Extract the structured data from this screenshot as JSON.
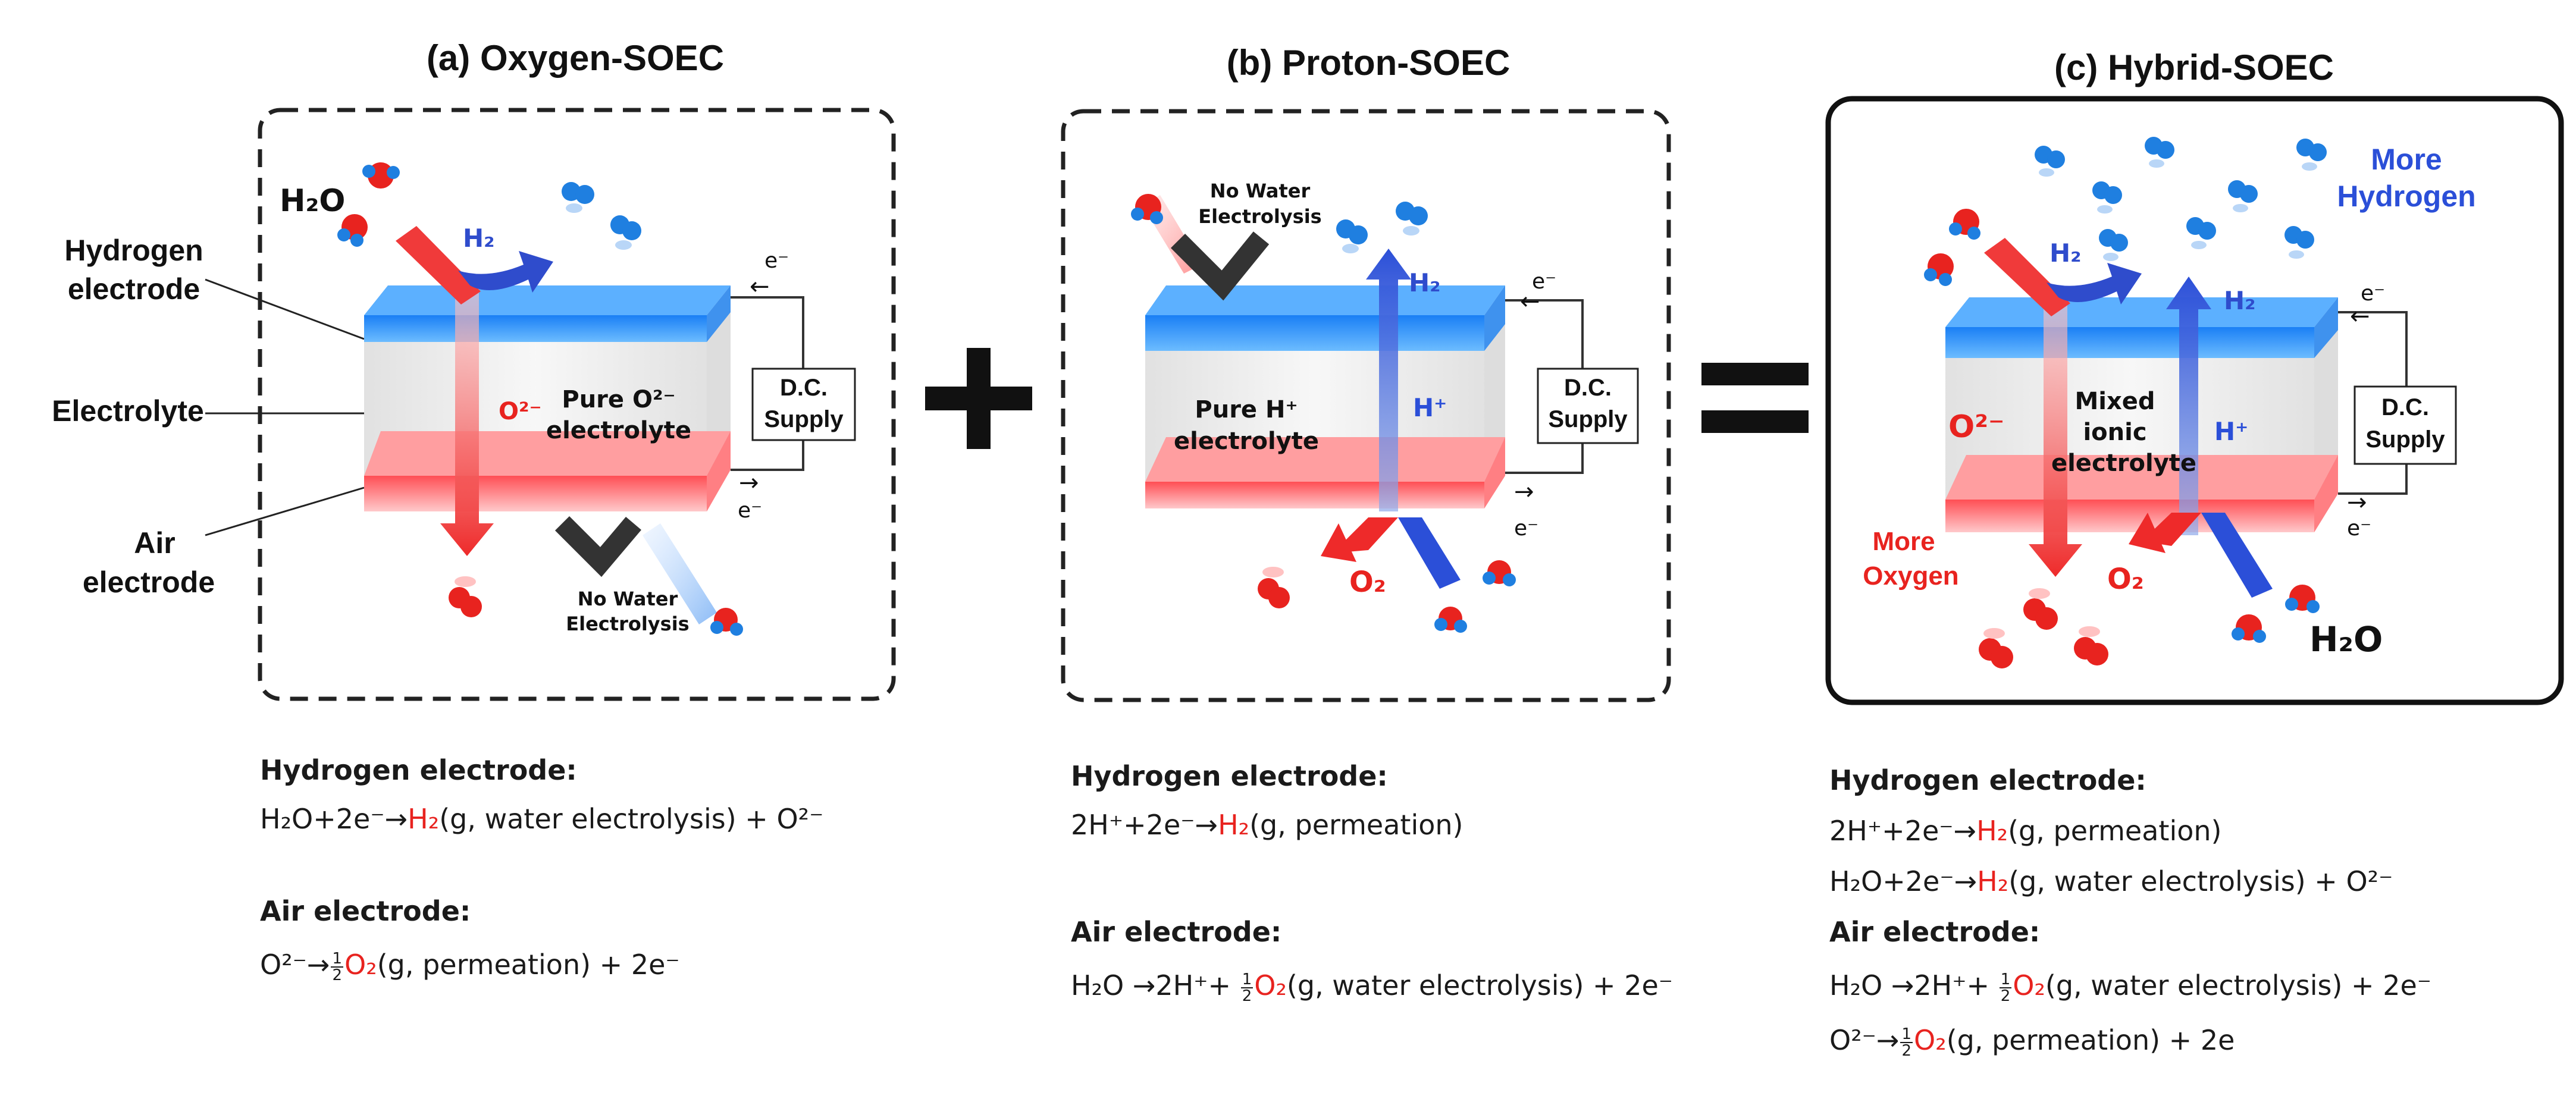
{
  "panels": [
    {
      "title": "(a) Oxygen-SOEC",
      "h2o": "H₂O",
      "h2": "H₂",
      "ion": "O²⁻",
      "electrolyte_l1": "Pure O²⁻",
      "electrolyte_l2": "electrolyte",
      "e_top": "e⁻",
      "e_bot": "e⁻",
      "supply_l1": "D.C.",
      "supply_l2": "Supply",
      "no_water_l1": "No Water",
      "no_water_l2": "Electrolysis"
    },
    {
      "title": "(b) Proton-SOEC",
      "no_water_l1": "No Water",
      "no_water_l2": "Electrolysis",
      "h2": "H₂",
      "ion": "H⁺",
      "electrolyte_l1": "Pure H⁺",
      "electrolyte_l2": "electrolyte",
      "o2": "O₂",
      "e_top": "e⁻",
      "e_bot": "e⁻",
      "supply_l1": "D.C.",
      "supply_l2": "Supply"
    },
    {
      "title": "(c) Hybrid-SOEC",
      "more_h_l1": "More",
      "more_h_l2": "Hydrogen",
      "h2_left": "H₂",
      "h2_right": "H₂",
      "ion_o": "O²⁻",
      "ion_h": "H⁺",
      "electrolyte_l1": "Mixed",
      "electrolyte_l2": "ionic",
      "electrolyte_l3": "electrolyte",
      "more_o_l1": "More",
      "more_o_l2": "Oxygen",
      "o2": "O₂",
      "h2o": "H₂O",
      "e_top": "e⁻",
      "e_bot": "e⁻",
      "supply_l1": "D.C.",
      "supply_l2": "Supply"
    }
  ],
  "layer_labels": {
    "hydrogen_l1": "Hydrogen",
    "hydrogen_l2": "electrode",
    "electrolyte": "Electrolyte",
    "air_l1": "Air",
    "air_l2": "electrode"
  },
  "equations": {
    "a": {
      "hyd_head": "Hydrogen electrode:",
      "hyd_pre": "H₂O+2e⁻→",
      "hyd_red": "H₂",
      "hyd_post": "(g, water electrolysis) + O²⁻",
      "air_head": "Air electrode:",
      "air_pre": "O²⁻→",
      "frac_num": "1",
      "frac_den": "2",
      "air_red": "O₂",
      "air_post": "(g, permeation) + 2e⁻"
    },
    "b": {
      "hyd_head": "Hydrogen electrode:",
      "hyd_pre": "2H⁺+2e⁻→",
      "hyd_red": "H₂",
      "hyd_post": "(g, permeation)",
      "air_head": "Air electrode:",
      "air_pre": "H₂O →2H⁺+ ",
      "frac_num": "1",
      "frac_den": "2",
      "air_red": "O₂",
      "air_post": "(g, water electrolysis) + 2e⁻"
    },
    "c": {
      "hyd_head": "Hydrogen electrode:",
      "hyd1_pre": "2H⁺+2e⁻→",
      "hyd1_red": "H₂",
      "hyd1_post": "(g, permeation)",
      "hyd2_pre": "H₂O+2e⁻→",
      "hyd2_red": "H₂",
      "hyd2_post": "(g, water electrolysis) + O²⁻",
      "air_head": "Air electrode:",
      "air1_pre": "H₂O →2H⁺+ ",
      "air1_frac_num": "1",
      "air1_frac_den": "2",
      "air1_red": "O₂",
      "air1_post": "(g, water electrolysis) + 2e⁻",
      "air2_pre": "O²⁻→",
      "air2_frac_num": "1",
      "air2_frac_den": "2",
      "air2_red": "O₂",
      "air2_post": "(g, permeation) + 2e"
    }
  },
  "colors": {
    "hydrogen_electrode": "#1e8fff",
    "air_electrode": "#ff5a5f",
    "oxygen_ion": "#e8231f",
    "proton": "#2b4fd8",
    "arrow_dark": "#333333",
    "molecule_red": "#e8231f",
    "molecule_blue": "#1f7fe0"
  }
}
